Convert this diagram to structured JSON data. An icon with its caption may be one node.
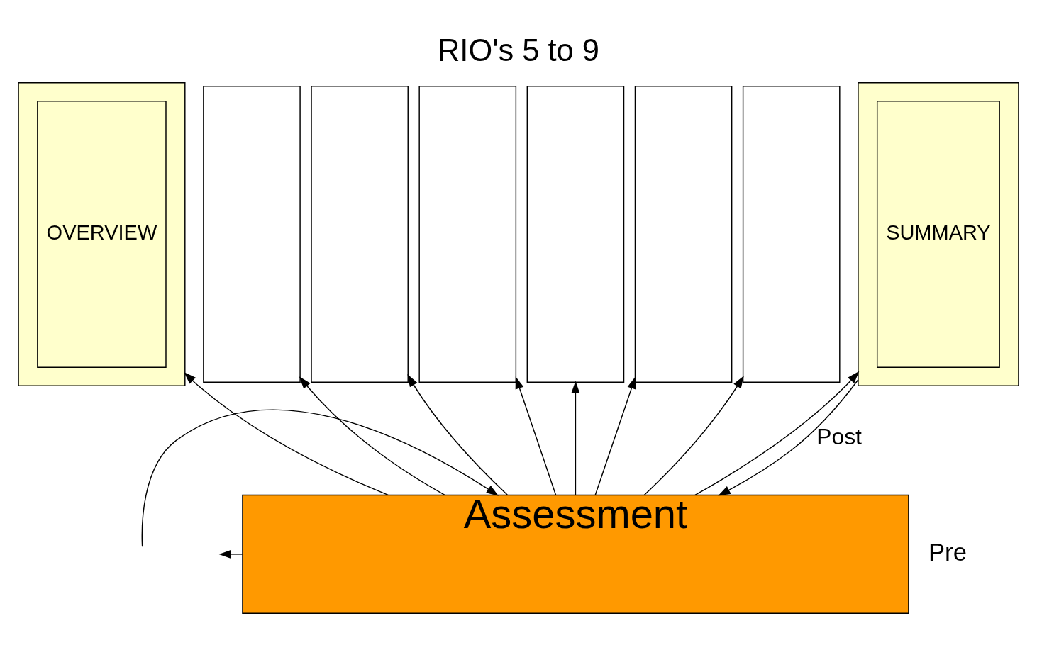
{
  "diagram": {
    "title": "RIO's 5 to 9",
    "nodes": [
      {
        "text": [],
        "shape": "box"
      },
      {
        "text": [
          "OVERVIEW"
        ],
        "in": 0
      },
      {
        "text": [],
        "shape": "box"
      },
      {
        "text": [],
        "shape": "box"
      },
      {
        "text": [],
        "shape": "box"
      },
      {
        "text": [],
        "shape": "box"
      },
      {
        "text": [],
        "shape": "box"
      },
      {
        "text": [],
        "shape": "box"
      },
      {
        "text": [],
        "shape": "box"
      },
      {
        "text": [
          "SUMMARY"
        ],
        "in": 8
      },
      {
        "text": [
          "Assessment"
        ]
      }
    ],
    "edges": [
      {
        "from": 10,
        "to": 0,
        "arrow": "to"
      },
      {
        "from": 10,
        "to": 2,
        "arrow": "to"
      },
      {
        "from": 10,
        "to": 3,
        "arrow": "to"
      },
      {
        "from": 10,
        "to": 4,
        "arrow": "to"
      },
      {
        "from": 10,
        "to": 5,
        "arrow": "to"
      },
      {
        "from": 10,
        "to": 6,
        "arrow": "to"
      },
      {
        "from": 10,
        "to": 7,
        "arrow": "to"
      },
      {
        "from": 10,
        "to": 8,
        "arrow": "to"
      },
      {
        "from": 8,
        "to": 10,
        "arrow": "to",
        "label": "Post"
      },
      {
        "from": null,
        "to": 10,
        "arrow": "to"
      },
      {
        "from": 10,
        "to": null,
        "arrow": "to"
      }
    ],
    "labels": [
      "Pre"
    ]
  }
}
